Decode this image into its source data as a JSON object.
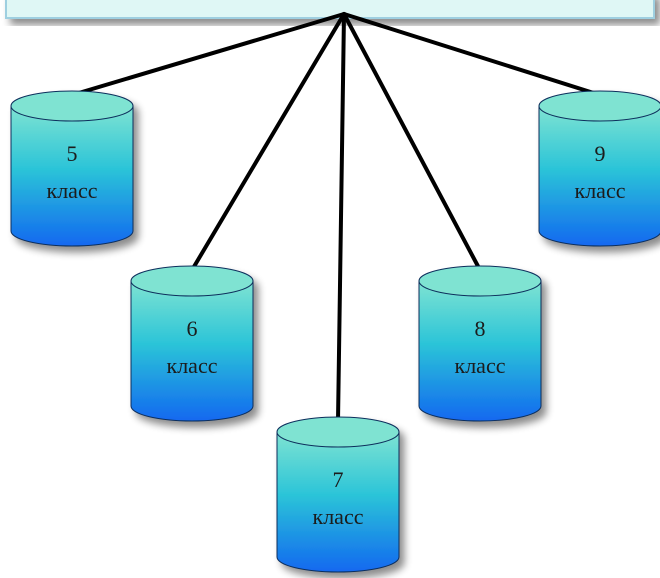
{
  "diagram": {
    "nodes": [
      {
        "id": "grade-5",
        "number": "5",
        "word": "класс"
      },
      {
        "id": "grade-6",
        "number": "6",
        "word": "класс"
      },
      {
        "id": "grade-7",
        "number": "7",
        "word": "класс"
      },
      {
        "id": "grade-8",
        "number": "8",
        "word": "класс"
      },
      {
        "id": "grade-9",
        "number": "9",
        "word": "класс"
      }
    ]
  },
  "colors": {
    "header_fill": "#dff7f5",
    "header_border": "#9ecfe0",
    "connector": "#000000",
    "cylinder_top": "#7fe3d2",
    "cylinder_mid": "#2bc4d8",
    "cylinder_bottom": "#1268f0"
  }
}
